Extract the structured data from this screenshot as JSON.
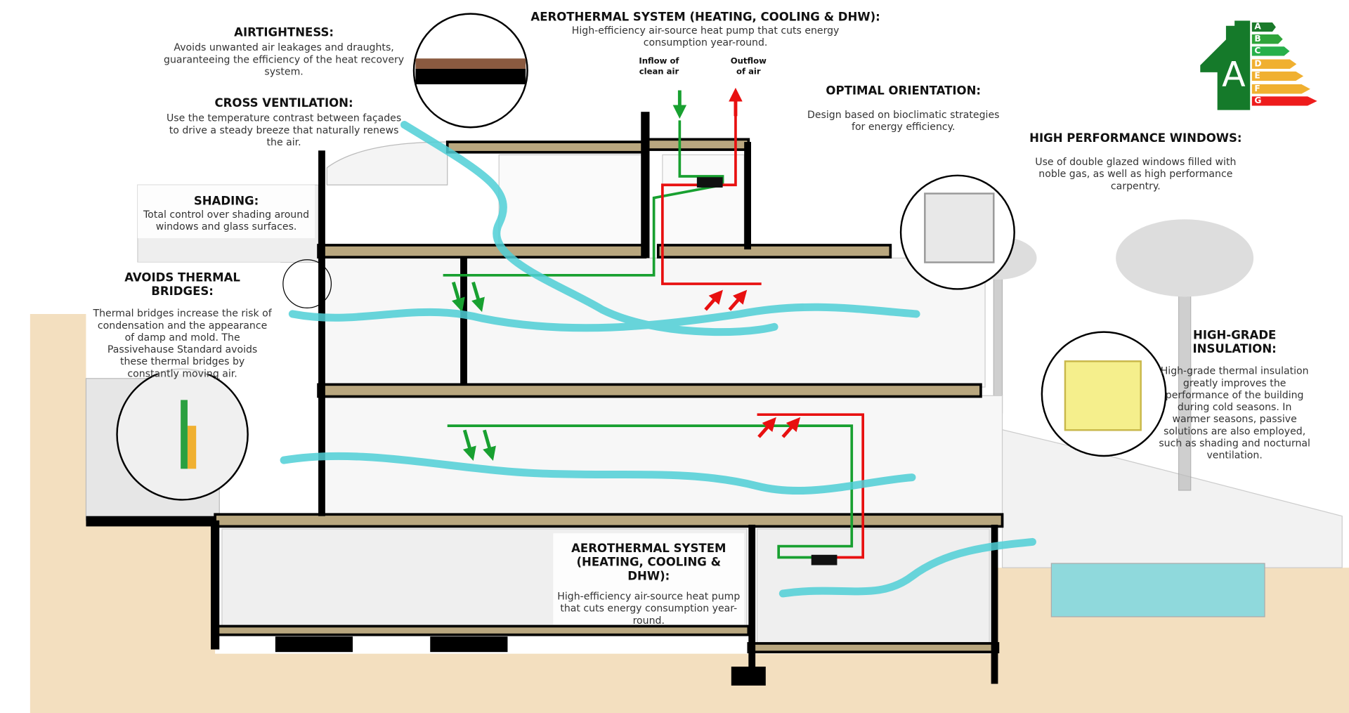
{
  "energy_label": {
    "rating": "A",
    "classes": [
      {
        "letter": "A",
        "color": "#1a7a2a"
      },
      {
        "letter": "B",
        "color": "#2fa43a"
      },
      {
        "letter": "C",
        "color": "#27b04a"
      },
      {
        "letter": "D",
        "color": "#f0b030"
      },
      {
        "letter": "E",
        "color": "#f0b030"
      },
      {
        "letter": "F",
        "color": "#f0b030"
      },
      {
        "letter": "G",
        "color": "#ee1c1c"
      }
    ]
  },
  "annotations": {
    "aerothermal_top": {
      "title": "AEROTHERMAL SYSTEM (HEATING, COOLING & DHW):",
      "text": "High-efficiency air-source heat pump that cuts energy consumption year-round."
    },
    "inflow": "Inflow of clean air",
    "outflow": "Outflow of air",
    "airtightness": {
      "title": "AIRTIGHTNESS:",
      "text": "Avoids unwanted air leakages and draughts, guaranteeing the efficiency of the heat recovery system."
    },
    "cross_ventilation": {
      "title": "CROSS VENTILATION:",
      "text": "Use the temperature contrast between façades to drive a steady breeze that naturally renews the air."
    },
    "optimal_orientation": {
      "title": "OPTIMAL ORIENTATION:",
      "text": "Design based on bioclimatic strategies for energy efficiency."
    },
    "windows": {
      "title": "HIGH PERFORMANCE WINDOWS:",
      "text": "Use of double glazed windows filled with noble gas, as well as high performance carpentry."
    },
    "shading": {
      "title": "SHADING:",
      "text": "Total control over shading around windows and glass surfaces."
    },
    "thermal_bridges": {
      "title": "AVOIDS THERMAL BRIDGES:",
      "text": "Thermal bridges increase the risk of condensation and the appearance of damp and mold. The Passivehause Standard avoids these thermal bridges by constantly moving air."
    },
    "insulation": {
      "title": "HIGH-GRADE INSULATION:",
      "text": "High-grade thermal insulation greatly improves the performance of the building during cold seasons. In warmer seasons, passive solutions are also employed, such as shading and nocturnal ventilation."
    },
    "aerothermal_bottom": {
      "title": "AEROTHERMAL SYSTEM (HEATING, COOLING & DHW):",
      "text": "High-efficiency air-source heat pump that cuts energy consumption year-round."
    }
  },
  "colors": {
    "airflow": "#4fcfd6",
    "supply": "#18a030",
    "exhaust": "#e81010",
    "slab": "#b9a77f",
    "ground": "#f3dfbf"
  }
}
